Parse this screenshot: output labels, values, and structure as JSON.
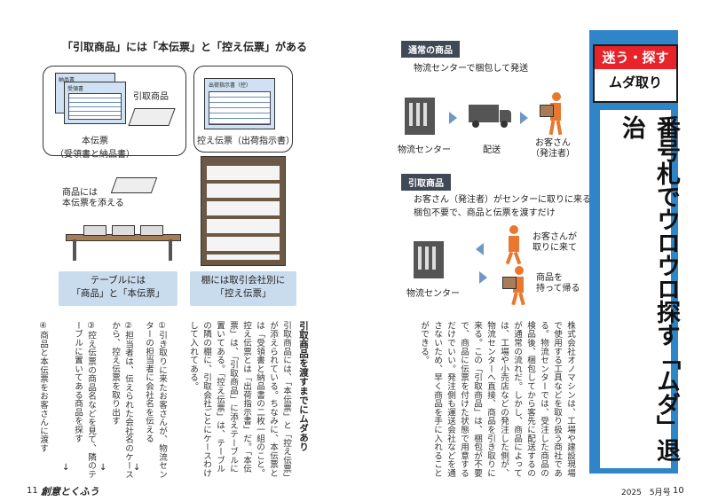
{
  "left_page": {
    "heading": "「引取商品」には「本伝票」と「控え伝票」がある",
    "diagram": {
      "doc_label_back": "納品書",
      "doc_label_front": "受領書",
      "label_product": "引取商品",
      "label_main_slip": "本伝票\n（受領書と納品書）",
      "slip_title": "出荷指示書（控）",
      "label_copy_slip": "控え伝票（出荷指示書）",
      "label_attach": "商品には\n本伝票を添える",
      "caption_table": "テーブルには\n「商品」と「本伝票」",
      "caption_shelf": "棚には取引会社別に\n「控え伝票」"
    },
    "text_heading": "引取商品を渡すまでにムダあり",
    "text_body": "引取商品には、「本伝票」と「控え伝票」が添えられている。ちなみに、本伝票とは「受領書と納品書の二枚一組のこと。控え伝票とは「出荷指示書」だ。「本伝票」は、「引取商品」に添えテーブルに置いてある。「控え伝票」は、テーブルの隣の棚に、引取会社ごとにケースわけして入れてある。",
    "steps": [
      "①引き取りに来たお客さんが、物流センターの担当者に会社名を伝える",
      "②担当者は、伝えられた会社名のケースから、控え伝票を取り出す",
      "③控え伝票の商品名などを見て、隣のテーブルに置いてある商品を探す",
      "④商品と本伝票をお客さんに渡す"
    ],
    "arrow": "↓",
    "page_number": "11",
    "logo": "創意とくふう"
  },
  "right_page": {
    "normal_tag": "通常の商品",
    "normal_caption": "物流センターで梱包して発送",
    "normal_labels": {
      "center": "物流センター",
      "ship": "配送",
      "customer": "お客さん\n（発注者）"
    },
    "pickup_tag": "引取商品",
    "pickup_caption": "お客さん（発注者）がセンターに取りに来る\n梱包不要で、商品と伝票を渡すだけ",
    "pickup_labels": {
      "center": "物流センター",
      "come": "お客さんが\n取りに来て",
      "take": "商品を\n持って帰る"
    },
    "series_top": "迷う・探す",
    "series_bottom": "ムダ取り",
    "main_title": "番号札でウロウロ探す「ムダ」退治",
    "body": "株式会社オノマシンは、工場や建設現場で使用する工具などを取り扱う商社である。物流センターでは、受注した商品の検品後、梱包してから客先に配送するのが通常の流れだ。しかし、商品によっては、工場や小売店などの発注した側が、物流センターへ直接、商品を引き取りに来る。この「引取商品」は、梱包が不要で、商品に伝票を付けた状態で用意するだけでいい。発注側も運送会社などを通さないため、早く商品を手に入れることができる。",
    "issue": "2025　5月号",
    "page_number": "10"
  },
  "colors": {
    "accent_red": "#e8232a",
    "title_bg": "#2e86c8",
    "arrow_blue": "#6f98c6",
    "person_orange": "#e9772f",
    "caption_bg": "#c9dcee"
  }
}
